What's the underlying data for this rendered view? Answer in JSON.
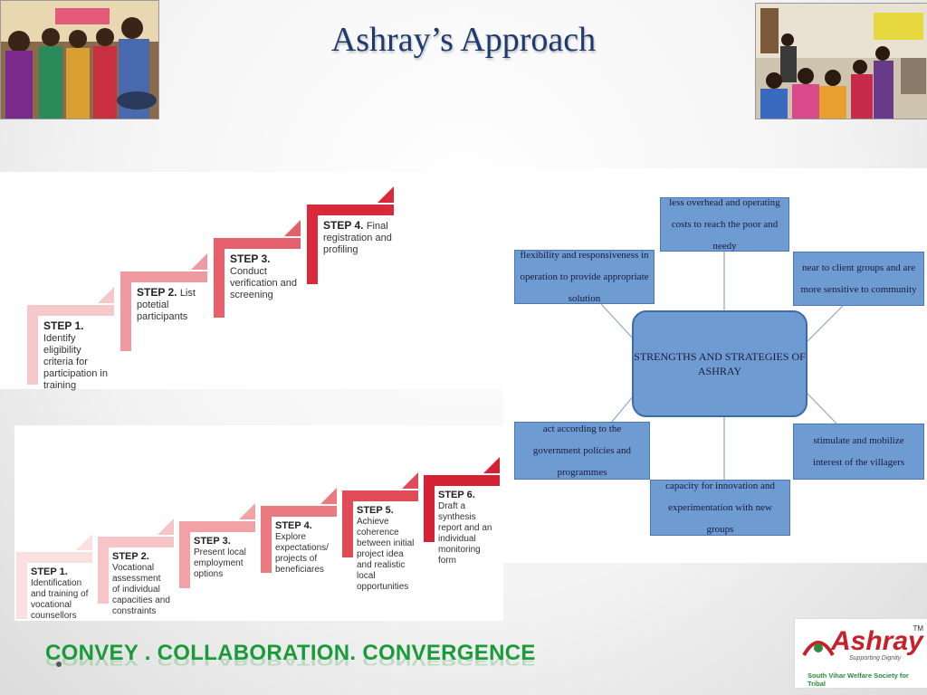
{
  "title": "Ashray’s Approach",
  "steps_top": [
    {
      "label": "STEP 1.",
      "text": "Identify eligibility criteria for participation in training",
      "color": "#f5c9cc"
    },
    {
      "label": "STEP 2.",
      "text": "List potetial participants",
      "color": "#ef9aa0"
    },
    {
      "label": "STEP 3.",
      "text": "Conduct verification and screening",
      "color": "#e5606a"
    },
    {
      "label": "STEP 4.",
      "text": "Final registration and profiling",
      "color": "#d9293a"
    }
  ],
  "steps_bottom": [
    {
      "label": "STEP 1.",
      "text": "Identification and training of vocational counsellors",
      "color": "#fbe0e2"
    },
    {
      "label": "STEP 2.",
      "text": "Vocational assessment of individual capacities and constraints",
      "color": "#f7c4c8"
    },
    {
      "label": "STEP 3.",
      "text": "Present local employment options",
      "color": "#f2a1a7"
    },
    {
      "label": "STEP 4.",
      "text": "Explore expectations/ projects of beneficiares",
      "color": "#ea7982"
    },
    {
      "label": "STEP 5.",
      "text": "Achieve coherence between initial project idea and realistic local opportunities",
      "color": "#e04b57"
    },
    {
      "label": "STEP 6.",
      "text": "Draft a synthesis report and an individual monitoring form",
      "color": "#d42234"
    }
  ],
  "strengths": {
    "center": "STRENGTHS AND STRATEGIES OF ASHRAY",
    "boxes": {
      "top": "less overhead and operating costs to reach the poor and needy",
      "top_left": "flexibility and responsiveness in operation to provide appropriate solution",
      "top_right": "near to client groups and are more sensitive to community",
      "bottom_left": "act according to the government policies and programmes",
      "bottom_right": "stimulate and mobilize interest of the villagers",
      "bottom": "capacity for innovation and experimentation with new groups"
    },
    "box_color": "#6f9bd3"
  },
  "tagline": "CONVEY . COLLABORATION. CONVERGENCE",
  "logo": {
    "name": "Ashray",
    "tm": "TM",
    "subtitle": "Supporting Dignity",
    "org": "South Vihar Welfare Society for Tribal"
  }
}
